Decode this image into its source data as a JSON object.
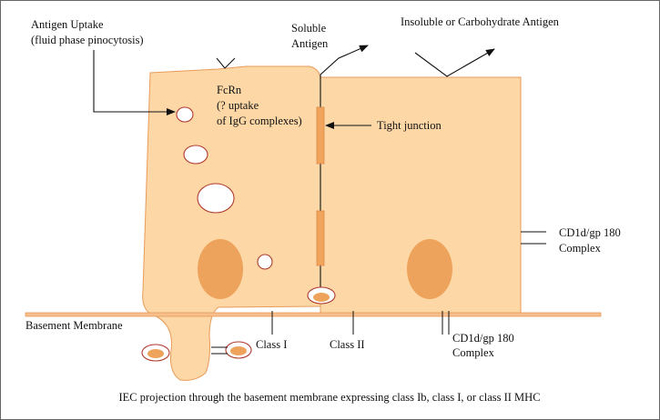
{
  "labels": {
    "antigen_uptake_line1": "Antigen Uptake",
    "antigen_uptake_line2": "(fluid phase pinocytosis)",
    "soluble_line1": "Soluble",
    "soluble_line2": "Antigen",
    "insoluble": "Insoluble or Carbohydrate Antigen",
    "fcrn_line1": "FcRn",
    "fcrn_line2": "(? uptake",
    "fcrn_line3": "of IgG complexes)",
    "tight_junction": "Tight junction",
    "cd1d_right_line1": "CD1d/gp 180",
    "cd1d_right_line2": "Complex",
    "basement_membrane": "Basement Membrane",
    "class_i": "Class I",
    "class_ii": "Class II",
    "cd1d_bottom_line1": "CD1d/gp 180",
    "cd1d_bottom_line2": "Complex"
  },
  "caption": "IEC projection through the basement membrane expressing class Ib, class I, or class II MHC",
  "colors": {
    "cell_fill": "#fdd7a6",
    "cell_stroke": "#e89b59",
    "nucleus": "#eea35c",
    "junction": "#f0a45c",
    "membrane": "#f7bf8c",
    "frame": "#666666"
  }
}
